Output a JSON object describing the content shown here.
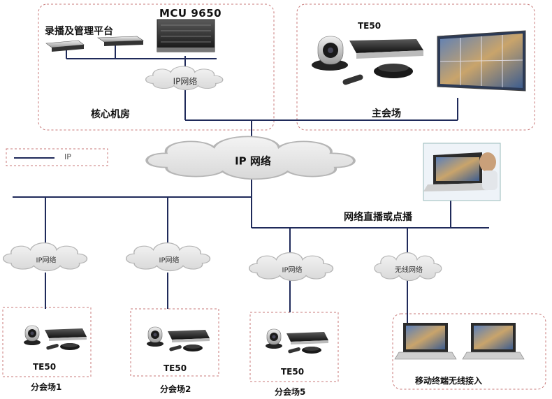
{
  "core_room": {
    "mcu_label": "MCU 9650",
    "recording_label": "录播及管理平台",
    "cloud_label": "IP网络",
    "room_label": "核心机房"
  },
  "main_site": {
    "device_label": "TE50",
    "room_label": "主会场"
  },
  "legend": {
    "ip_label": "IP"
  },
  "backbone": {
    "cloud_label": "IP 网络"
  },
  "streaming": {
    "label": "网络直播或点播"
  },
  "branches": [
    {
      "cloud_label": "IP网络",
      "device_label": "TE50",
      "site_label": "分会场1"
    },
    {
      "cloud_label": "IP网络",
      "device_label": "TE50",
      "site_label": "分会场2"
    },
    {
      "cloud_label": "IP网络",
      "device_label": "TE50",
      "site_label": "分会场5"
    }
  ],
  "mobile": {
    "cloud_label": "无线网络",
    "site_label": "移动终端无线接入"
  },
  "colors": {
    "line": "#1f2a5a",
    "cloud_fill": "#e6e6e6",
    "cloud_stroke": "#b5b5b5",
    "box_border": "#c87878"
  }
}
